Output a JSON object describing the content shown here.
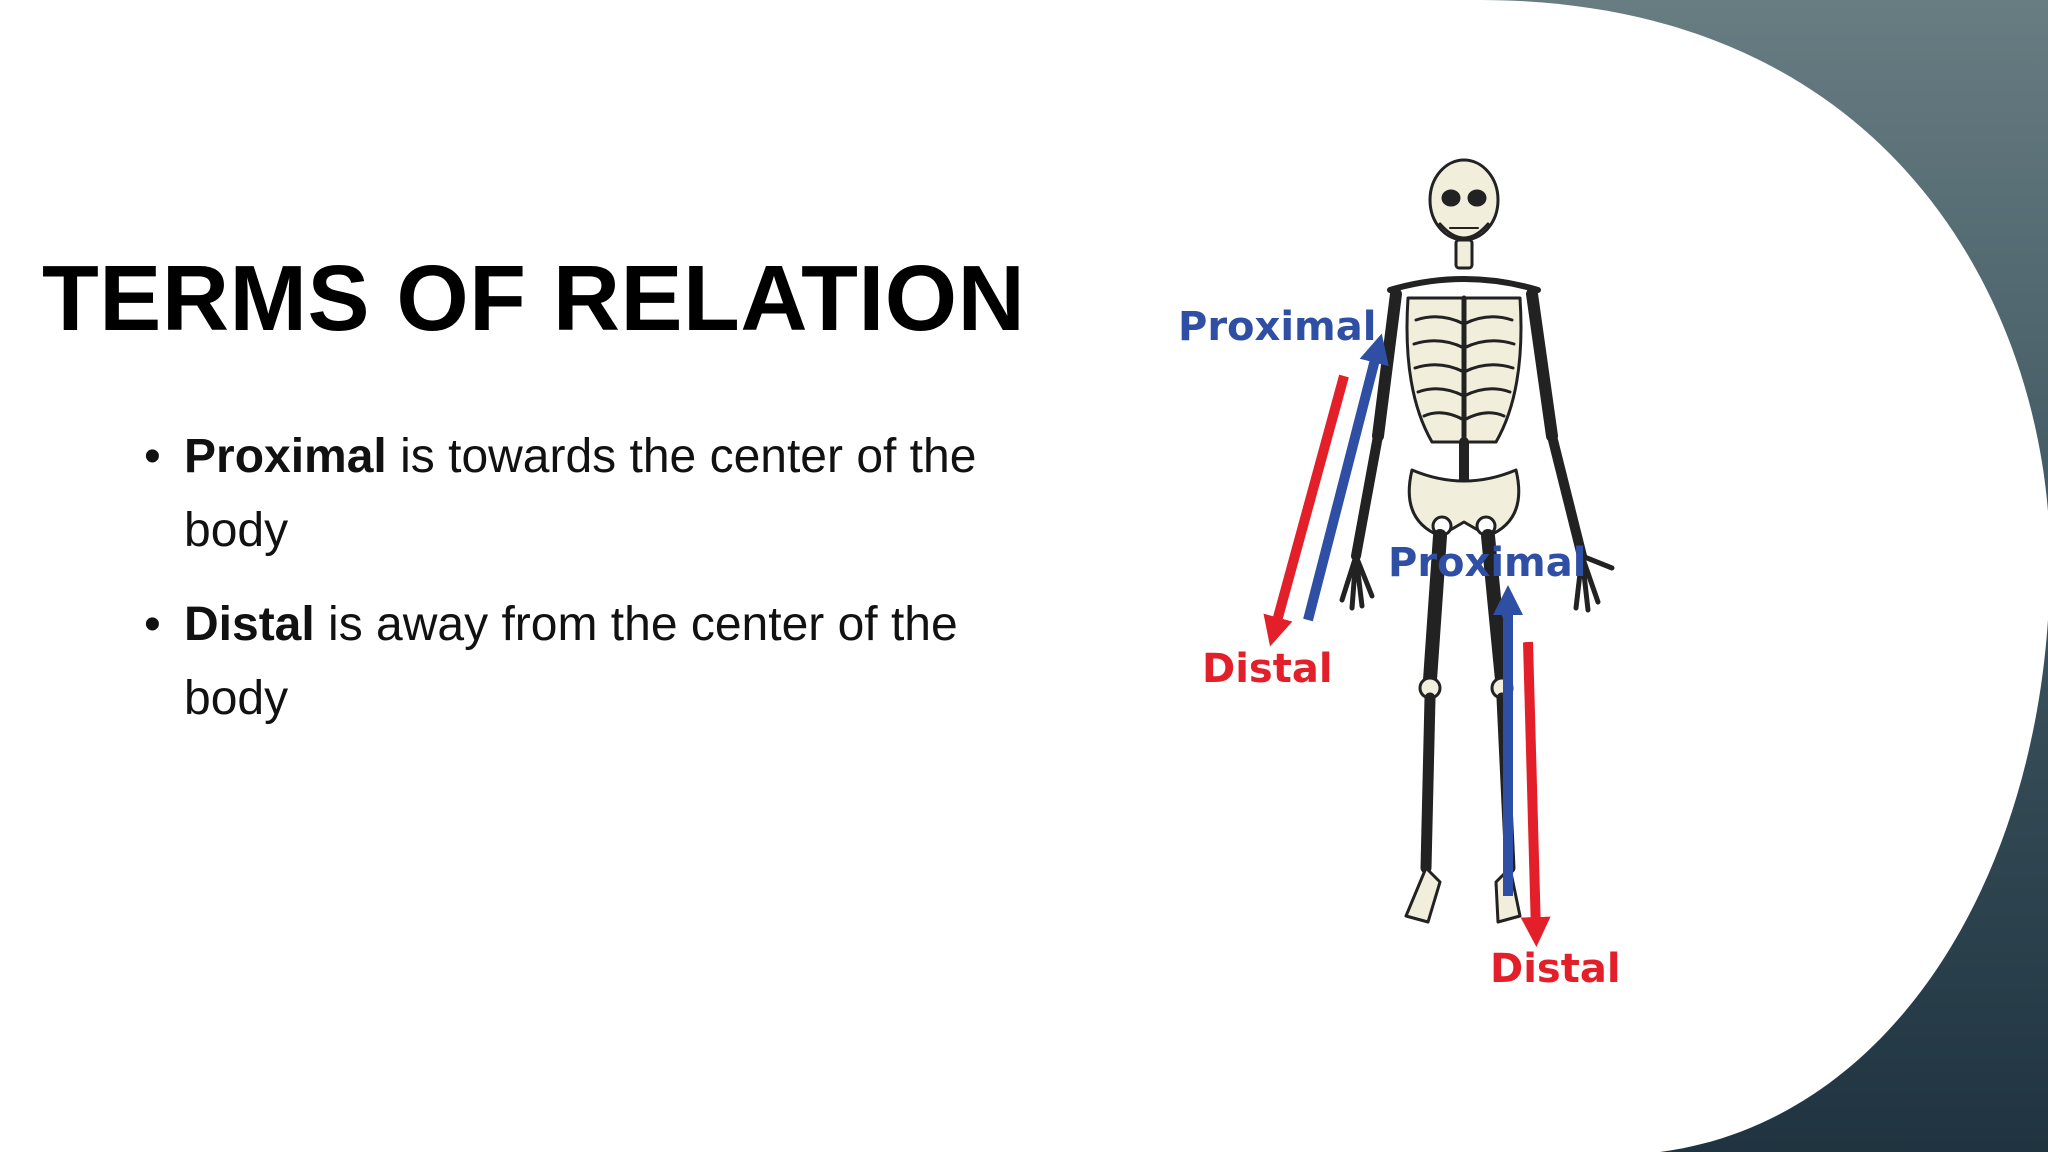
{
  "slide": {
    "title": "TERMS OF RELATION",
    "bullets": [
      {
        "term": "Proximal",
        "text": " is towards the center of the body"
      },
      {
        "term": "Distal",
        "text": " is away from the center of the body"
      }
    ]
  },
  "figure": {
    "labels": {
      "arm_proximal": "Proximal",
      "arm_distal": "Distal",
      "leg_proximal": "Proximal",
      "leg_distal": "Distal"
    }
  },
  "colors": {
    "proximal_blue": "#2e4fa3",
    "distal_red": "#e3202a",
    "bg_dark": "#1e3540",
    "bg_light": "#647a80"
  }
}
